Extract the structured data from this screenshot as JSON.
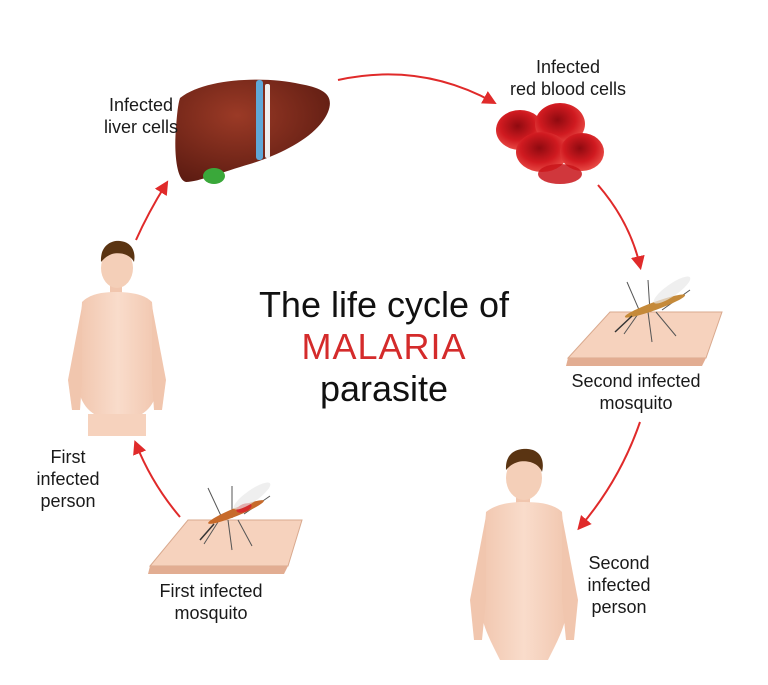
{
  "title": {
    "line1": "The life cycle of",
    "line2": "MALARIA",
    "line3": "parasite"
  },
  "nodes": {
    "liver": {
      "line1": "Infected",
      "line2": "liver cells"
    },
    "rbc": {
      "line1": "Infected",
      "line2": "red blood cells"
    },
    "mosquito2": {
      "line1": "Second infected",
      "line2": "mosquito"
    },
    "person2": {
      "line1": "Second",
      "line2": "infected",
      "line3": "person"
    },
    "mosquito1": {
      "line1": "First infected",
      "line2": "mosquito"
    },
    "person1": {
      "line1": "First",
      "line2": "infected",
      "line3": "person"
    }
  },
  "colors": {
    "arrow": "#e02a2a",
    "accent": "#d42b2b",
    "skin": "#f6d2bd",
    "liver": "#7a2a1c",
    "blood": "#c8141a",
    "hair": "#5a3412"
  }
}
